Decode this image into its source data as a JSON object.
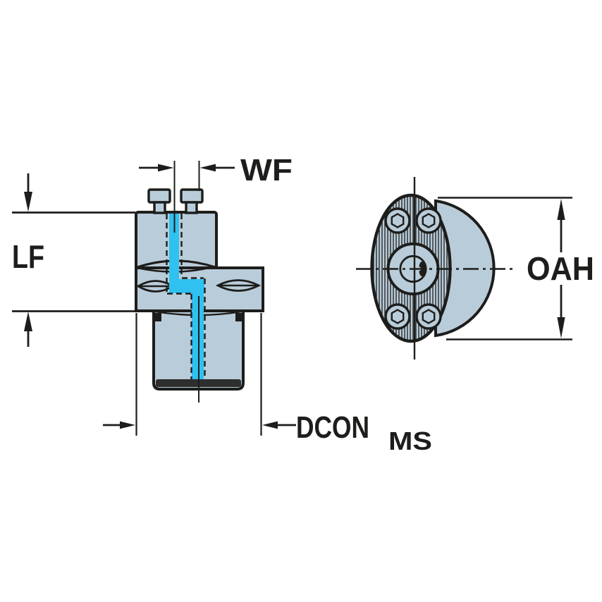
{
  "drawing": {
    "type": "engineering-dimension-drawing",
    "labels": {
      "wf": "WF",
      "lf": "LF",
      "dcon": "DCON",
      "dcon_sub": "MS",
      "oah": "OAH"
    },
    "colors": {
      "background": "#ffffff",
      "body_fill": "#b9ccd9",
      "coolant": "#2fc1ef",
      "line": "#1d1d1b",
      "shank_end_dark": "#2e2e2e"
    }
  }
}
